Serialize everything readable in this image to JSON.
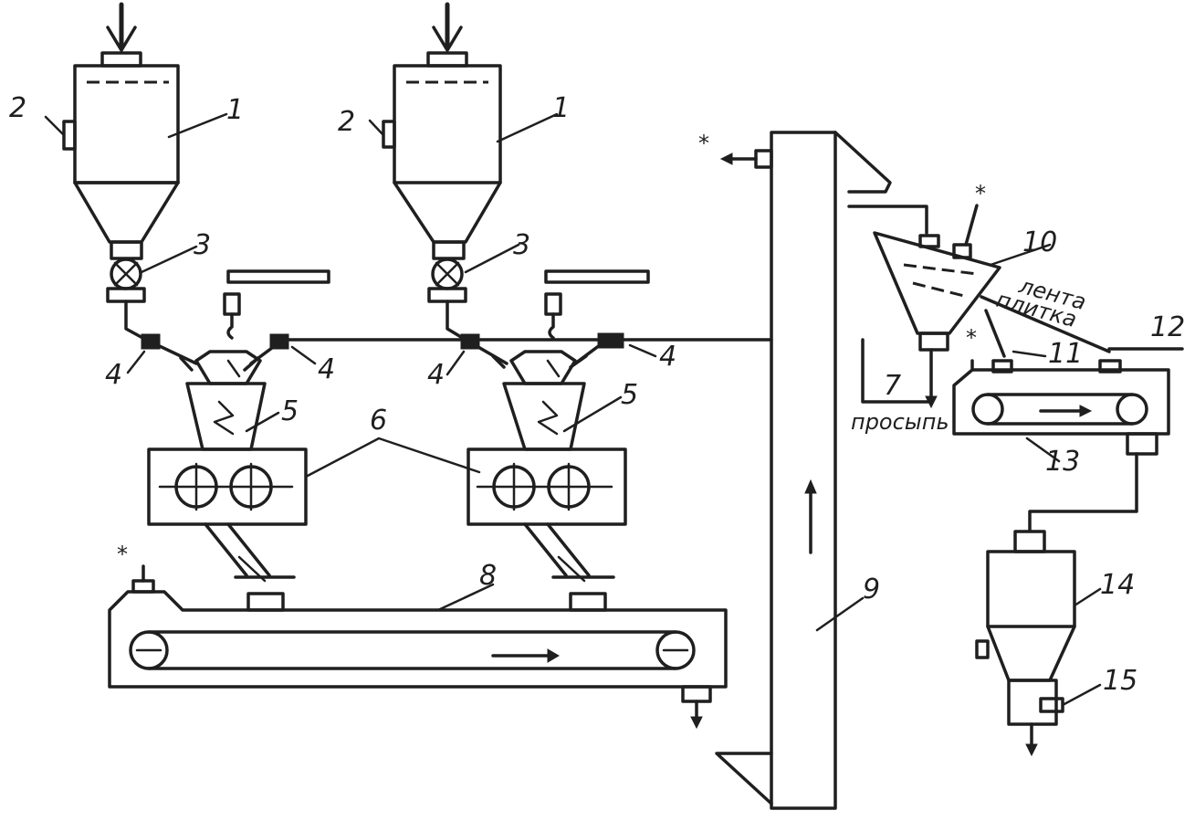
{
  "labels": {
    "n1": "1",
    "n2": "2",
    "n3": "3",
    "n4": "4",
    "n5": "5",
    "n6": "6",
    "n7": "7",
    "n8": "8",
    "n9": "9",
    "n10": "10",
    "n11": "11",
    "n12": "12",
    "n13": "13",
    "n14": "14",
    "n15": "15"
  },
  "text": {
    "lenta": "лента",
    "plitka": "плитка",
    "prosypi": "просыпь",
    "star": "*"
  }
}
